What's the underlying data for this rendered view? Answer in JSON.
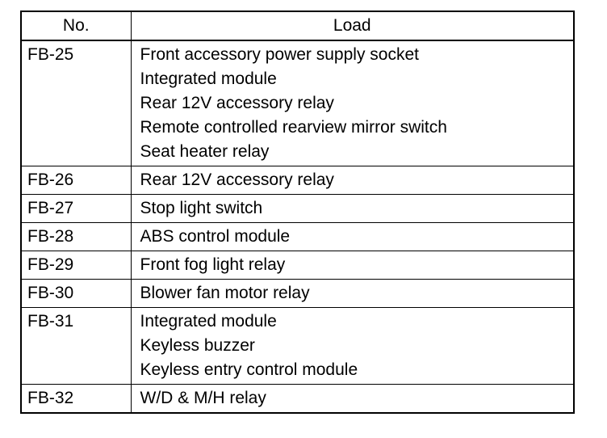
{
  "table": {
    "headers": {
      "no": "No.",
      "load": "Load"
    },
    "rows": [
      {
        "no": "FB-25",
        "loads": [
          "Front accessory power supply socket",
          "Integrated module",
          "Rear 12V accessory relay",
          "Remote controlled rearview mirror switch",
          "Seat heater relay"
        ]
      },
      {
        "no": "FB-26",
        "loads": [
          "Rear 12V accessory relay"
        ]
      },
      {
        "no": "FB-27",
        "loads": [
          "Stop light switch"
        ]
      },
      {
        "no": "FB-28",
        "loads": [
          "ABS control module"
        ]
      },
      {
        "no": "FB-29",
        "loads": [
          "Front fog light relay"
        ]
      },
      {
        "no": "FB-30",
        "loads": [
          "Blower fan motor relay"
        ]
      },
      {
        "no": "FB-31",
        "loads": [
          "Integrated module",
          "Keyless buzzer",
          "Keyless entry control module"
        ]
      },
      {
        "no": "FB-32",
        "loads": [
          "W/D & M/H relay"
        ]
      }
    ]
  }
}
